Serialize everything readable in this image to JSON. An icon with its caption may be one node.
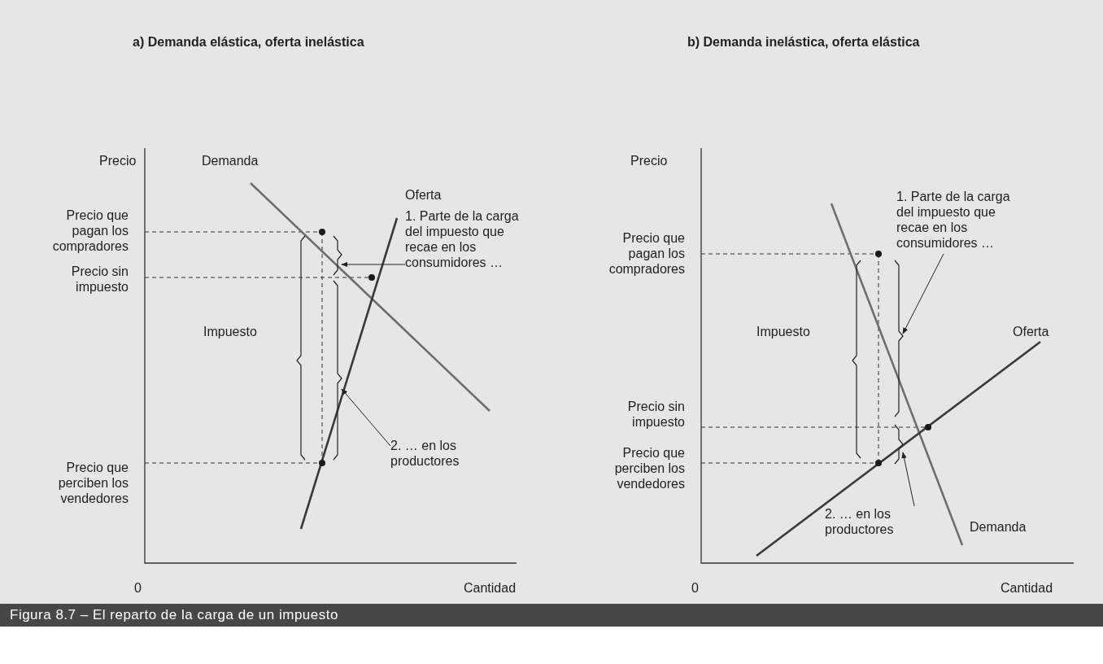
{
  "diagram": {
    "caption": "Figura 8.7 – El reparto de la carga de un impuesto",
    "nodes": [
      {
        "text": [
          "1. Parte de la carga del impuesto que recae en los consumidores …"
        ]
      },
      {
        "text": [],
        "shape": "brace"
      },
      {
        "text": [
          "2. … en los productores"
        ]
      },
      {
        "text": [],
        "shape": "brace"
      },
      {
        "text": [
          "1. Parte de la carga del impuesto que recae en los consumidores …"
        ]
      },
      {
        "text": [],
        "shape": "brace"
      },
      {
        "text": [
          "2. … en los productores"
        ]
      },
      {
        "text": [],
        "shape": "brace"
      }
    ],
    "edges": [
      {
        "from": 0,
        "to": 1,
        "arrow": "to"
      },
      {
        "from": 2,
        "to": 3,
        "arrow": "to"
      },
      {
        "from": 4,
        "to": 5,
        "arrow": "to"
      },
      {
        "from": 6,
        "to": 7,
        "arrow": "to"
      }
    ],
    "labels": [
      "a) Demanda elástica, oferta inelástica",
      "b) Demanda inelástica, oferta elástica",
      "Precio",
      "Demanda",
      "Oferta",
      "Precio que pagan los compradores",
      "Precio sin impuesto",
      "Impuesto",
      "Precio que perciben los vendedores",
      "0",
      "Cantidad",
      "Precio",
      "Precio que pagan los compradores",
      "Impuesto",
      "Oferta",
      "Precio sin impuesto",
      "Precio que perciben los vendedores",
      "Demanda",
      "0",
      "Cantidad"
    ]
  }
}
